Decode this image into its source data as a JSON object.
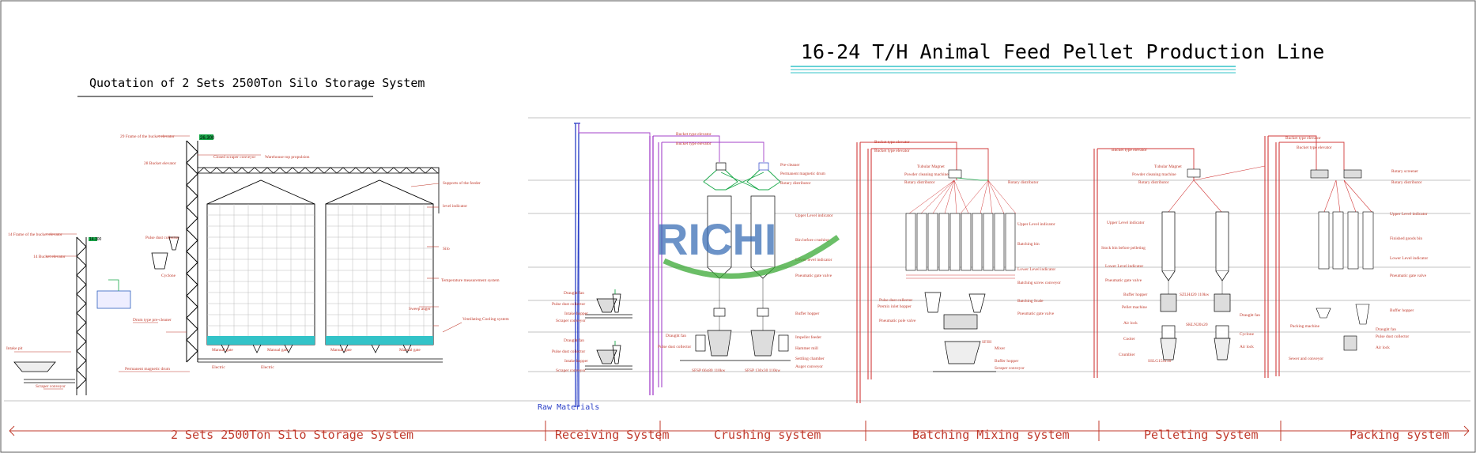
{
  "diagram": {
    "main_title": "16-24 T/H Animal Feed Pellet Production Line",
    "sub_title": "Quotation of 2 Sets 2500Ton Silo Storage System",
    "logo_text": "RICHI",
    "raw_materials_label": "Raw Materials",
    "sections": [
      {
        "id": "silo",
        "label": "2 Sets 2500Ton Silo Storage System"
      },
      {
        "id": "receiving",
        "label": "Receiving System"
      },
      {
        "id": "crushing",
        "label": "Crushing system"
      },
      {
        "id": "batching",
        "label": "Batching Mixing system"
      },
      {
        "id": "pelleting",
        "label": "Pelleting System"
      },
      {
        "id": "packing",
        "label": "Packing system"
      }
    ],
    "elevation_marks": [
      "26.300",
      "14.300"
    ],
    "silo_labels": [
      "29 Frame of the bucket elevator",
      "28 Bucket elevator",
      "Closed scraper conveyor",
      "Warehouse top propulsion",
      "Supports of the feeder",
      "level indicator",
      "Silo",
      "Temperature measurement system",
      "Sweep auger",
      "Ventilating Cooling system",
      "14 Frame of the bucket elevator",
      "14 Bucket elevator",
      "Pulse dust collector",
      "Cyclone",
      "Drum type pre-cleaner",
      "Permanent magnetic drum",
      "Intake pit",
      "Scraper conveyor",
      "Manual gate",
      "Electric",
      "Manual gate",
      "Electric",
      "Manual gate",
      "Manual gate"
    ],
    "receiving_labels": [
      "Draught fan",
      "Pulse dust collector",
      "Intake hopper",
      "Scraper conveyor",
      "Draught fan",
      "Pulse dust collector",
      "Intake hopper",
      "Scraper conveyor"
    ],
    "crushing_labels": [
      "Bucket type elevator",
      "Bucket type elevator",
      "Pre-cleaner",
      "Permanent magnetic drum",
      "Rotary distributor",
      "Upper Level indicator",
      "Bin before crushing",
      "Lower level indicator",
      "Pneumatic gate valve",
      "Buffer hopper",
      "Impeller feeder",
      "Hammer mill",
      "Settling chamber",
      "Auger conveyor",
      "Draught fan",
      "Pulse dust collector",
      "SFSP 66x80 110kw",
      "SFSP 130x30 110kw"
    ],
    "batching_labels": [
      "Bucket type elevator",
      "Bucket type elevator",
      "Tubular Magnet",
      "Powder cleaning machine",
      "Rotary distributor",
      "Rotary distributor",
      "Upper Level indicator",
      "Batching bin",
      "Lower Level indicator",
      "Batching screw conveyor",
      "Batching Scale",
      "Pulse dust collector",
      "Premix inlet hopper",
      "Pneumatic gate valve",
      "Pneumatic pole valve",
      "Mixer",
      "Buffer hopper",
      "Scraper conveyor",
      "SFJH"
    ],
    "pelleting_labels": [
      "Bucket type elevator",
      "Tubular Magnet",
      "Powder cleaning machine",
      "Rotary distributor",
      "Upper Level indicator",
      "Stock bin before pelleting",
      "Lower Level indicator",
      "Pneumatic gate valve",
      "Buffer hopper",
      "Pellet machine",
      "Air lock",
      "Cooler",
      "Crumbler",
      "Draught fan",
      "Cyclone",
      "Air lock",
      "SZLH420 110kw",
      "SKLN20x20",
      "SSLG15x150"
    ],
    "packing_labels": [
      "Bucket type elevator",
      "Bucket type elevator",
      "Rotary screener",
      "Rotary distributor",
      "Upper Level indicator",
      "Finished goods bin",
      "Lower Level indicator",
      "Pneumatic gate valve",
      "Buffer hopper",
      "Packing machine",
      "Draught fan",
      "Pulse dust collector",
      "Air lock",
      "Sewer and conveyor"
    ],
    "colors": {
      "outline": "#000000",
      "label_red": "#c0392b",
      "number_blue": "#2e5fbf",
      "elev_blue": "#2a3fc7",
      "elev_purple": "#a340c9",
      "elev_red": "#d23a3a",
      "green_box": "#1aa84a",
      "logo_blue": "#3b6fb6",
      "logo_green": "#3aa935",
      "cyan": "#33c3c8"
    }
  }
}
